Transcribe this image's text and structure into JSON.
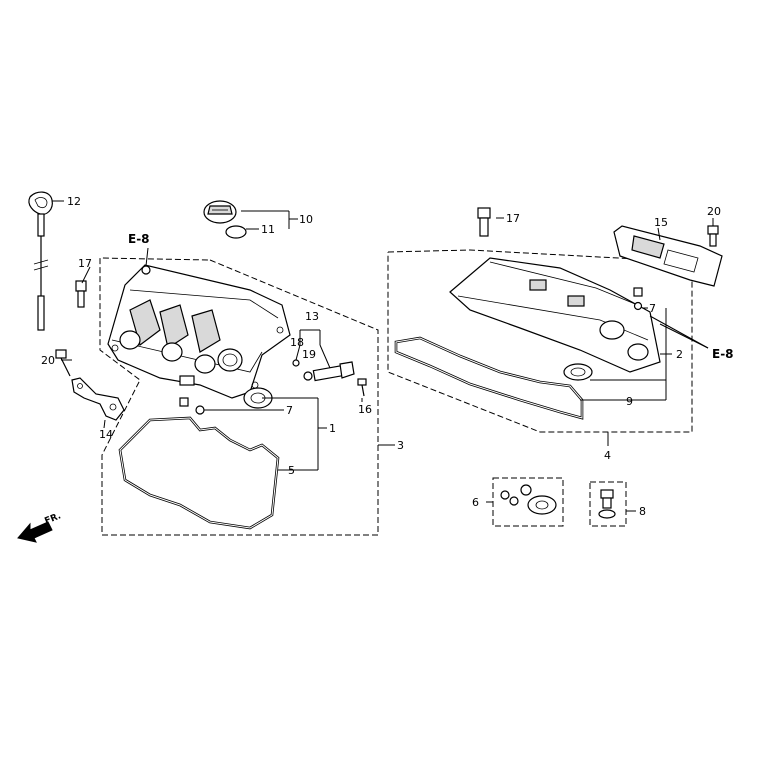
{
  "callouts": {
    "c1": "1",
    "c2": "2",
    "c3": "3",
    "c4": "4",
    "c5": "5",
    "c6": "6",
    "c7a": "7",
    "c7b": "7",
    "c8": "8",
    "c9": "9",
    "c10": "10",
    "c11": "11",
    "c12": "12",
    "c13": "13",
    "c14": "14",
    "c15": "15",
    "c16": "16",
    "c17a": "17",
    "c17b": "17",
    "c18": "18",
    "c19": "19",
    "c20a": "20",
    "c20b": "20"
  },
  "refs": {
    "left": "E-8",
    "right": "E-8"
  },
  "direction": {
    "label": "FR."
  }
}
